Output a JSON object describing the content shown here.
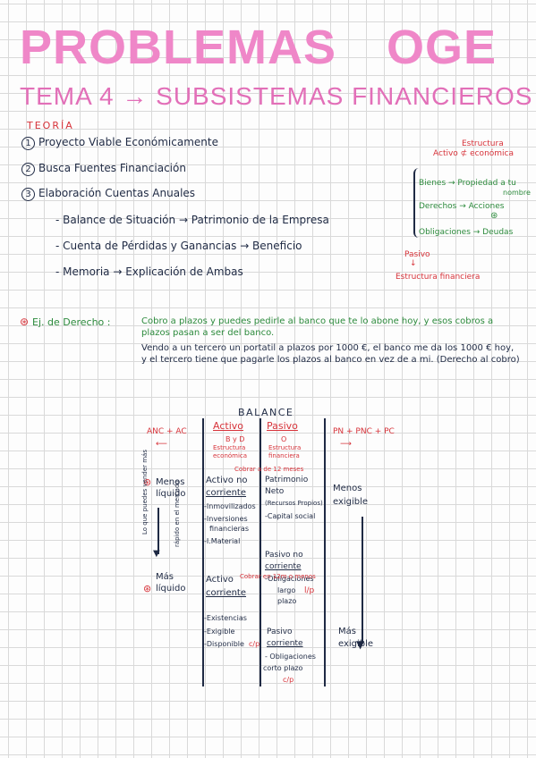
{
  "header": {
    "title": "PROBLEMAS OGE",
    "subtitle": "TEMA 4 → SUBSISTEMAS FINANCIEROS",
    "section": "TEORÍA"
  },
  "theory": {
    "items": [
      {
        "num": "1",
        "text": "Proyecto Viable Económicamente"
      },
      {
        "num": "2",
        "text": "Busca Fuentes Financiación"
      },
      {
        "num": "3",
        "text": "Elaboración Cuentas Anuales"
      }
    ],
    "subitems": [
      "- Balance de Situación → Patrimonio de la Empresa",
      "- Cuenta de Pérdidas y Ganancias → Beneficio",
      "- Memoria → Explicación de Ambas"
    ]
  },
  "side": {
    "estructura_eco_1": "Estructura",
    "estructura_eco_2": "Activo ⊄ económica",
    "bienes": "Bienes → Propiedad a tu",
    "nombre": "nombre",
    "derechos": "Derechos → Acciones",
    "asterisk": "⊛",
    "obligaciones": "Obligaciones → Deudas",
    "pasivo": "Pasivo",
    "arrow": "↓",
    "estructura_fin": "Estructura financiera"
  },
  "example": {
    "marker": "⊛",
    "label": "Ej. de Derecho :",
    "text1": "Cobro a plazos y puedes pedirle al banco que te lo abone hoy, y esos cobros a plazos pasan a ser del banco.",
    "text2": "Vendo a un tercero un portatil a plazos por 1000 €, el banco me da los 1000 € hoy, y el tercero tiene que pagarle los plazos al banco en vez de a mi. (Derecho al cobro)"
  },
  "balance": {
    "title": "BALANCE",
    "anc_ac": "ANC + AC",
    "pn_pnc_pc": "PN + PNC + PC",
    "activo_head": "Activo",
    "activo_sub1": "B y D",
    "activo_sub2": "Estructura",
    "activo_sub3": "económica",
    "pasivo_head": "Pasivo",
    "pasivo_sub1": "O",
    "pasivo_sub2": "Estructura",
    "pasivo_sub3": "financiera",
    "menos_liquido_marker": "⊛",
    "menos_liquido_1": "Menos",
    "menos_liquido_2": "líquido",
    "vertical_1": "Lo que puedes vender más",
    "vertical_2": "rápido en el mercado",
    "anc_note": "Cobrar a de 12 meses",
    "anc_1": "Activo no",
    "anc_2": "corriente",
    "anc_items": [
      "-Inmovilizados",
      "-Inversiones",
      "financieras",
      "-I.Material"
    ],
    "pn_1": "Patrimonio",
    "pn_2": "Neto",
    "pn_3": "(Recursos Propios)",
    "pn_4": "-Capital social",
    "pnc_1": "Pasivo no",
    "pnc_2": "corriente",
    "pnc_3": "-Obligaciones",
    "pnc_4": "largo",
    "pnc_lp": "l/p",
    "pnc_5": "plazo",
    "menos_exig_1": "Menos",
    "menos_exig_2": "exigible",
    "mas_liquido_marker": "⊛",
    "mas_liquido_1": "Más",
    "mas_liquido_2": "líquido",
    "ac_note": "Cobrar en 12m o menos",
    "ac_1": "Activo",
    "ac_2": "corriente",
    "ac_items": [
      "-Existencias",
      "-Exigible",
      "-Disponible"
    ],
    "ac_cp": "c/p",
    "pc_1": "Pasivo",
    "pc_2": "corriente",
    "pc_3": "- Obligaciones",
    "pc_4": "corto plazo",
    "pc_cp": "c/p",
    "mas_exig_1": "Más",
    "mas_exig_2": "exigible"
  }
}
